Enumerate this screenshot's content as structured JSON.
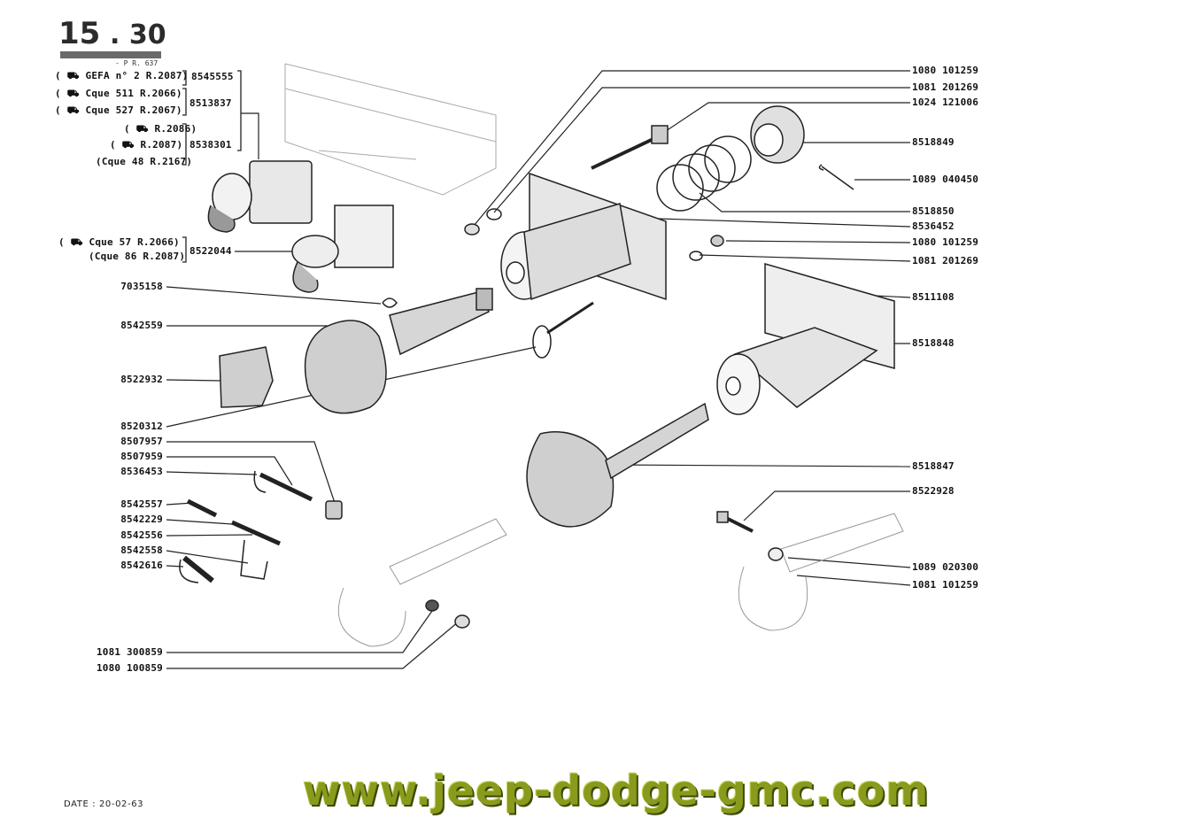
{
  "header": {
    "section_major": "15",
    "section_minor": ". 30",
    "ref": "- P R. 637"
  },
  "variants": [
    {
      "name": "GEFA n° 2",
      "ref": "R.2087)",
      "open": "("
    },
    {
      "name": "Cque 511",
      "ref": "R.2066)",
      "open": "("
    },
    {
      "name": "Cque 527",
      "ref": "R.2067)",
      "open": "("
    },
    {
      "name": "",
      "ref": "R.2086)",
      "open": "("
    },
    {
      "name": "",
      "ref": "R.2087)",
      "open": "("
    },
    {
      "name": "(Cque 48",
      "ref": "R.2167)",
      "open": ""
    },
    {
      "name": "Cque 57",
      "ref": "R.2066)",
      "open": "("
    },
    {
      "name": "(Cque 86",
      "ref": "R.2087)",
      "open": ""
    }
  ],
  "left_group_codes": [
    "8545555",
    "8513837",
    "8538301",
    "8522044"
  ],
  "left_codes": [
    "7035158",
    "8542559",
    "8522932",
    "8520312",
    "8507957",
    "8507959",
    "8536453",
    "8542557",
    "8542229",
    "8542556",
    "8542558",
    "8542616",
    "1081 300859",
    "1080 100859"
  ],
  "right_codes": [
    "1080 101259",
    "1081 201269",
    "1024 121006",
    "8518849",
    "1089 040450",
    "8518850",
    "8536452",
    "1080 101259",
    "1081 201269",
    "8511108",
    "8518848",
    "8518847",
    "8522928",
    "1089 020300",
    "1081 101259"
  ],
  "footer": {
    "date": "DATE : 20-02-63",
    "watermark": "www.jeep-dodge-gmc.com"
  }
}
